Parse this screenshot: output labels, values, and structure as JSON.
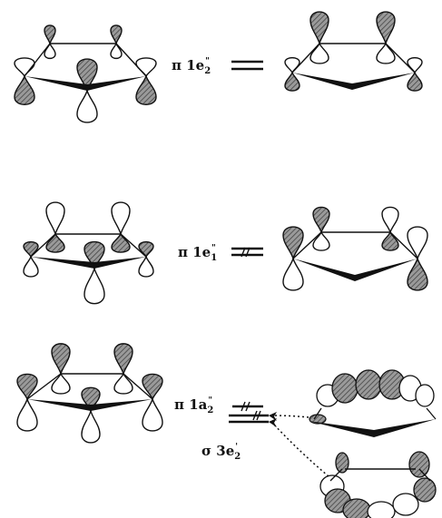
{
  "labels": {
    "row1": {
      "sym": "π",
      "base": "1e",
      "sub": "2",
      "sup": "\""
    },
    "row2": {
      "sym": "π",
      "base": "1e",
      "sub": "1",
      "sup": "\""
    },
    "row3": {
      "sym": "π",
      "base": "1a",
      "sub": "2",
      "sup": "\""
    },
    "row4": {
      "sym": "σ",
      "base": "3e",
      "sub": "2",
      "sup": "'"
    }
  },
  "colors": {
    "ink": "#111111",
    "shade": "#8a8a8a",
    "paper": "#ffffff"
  }
}
